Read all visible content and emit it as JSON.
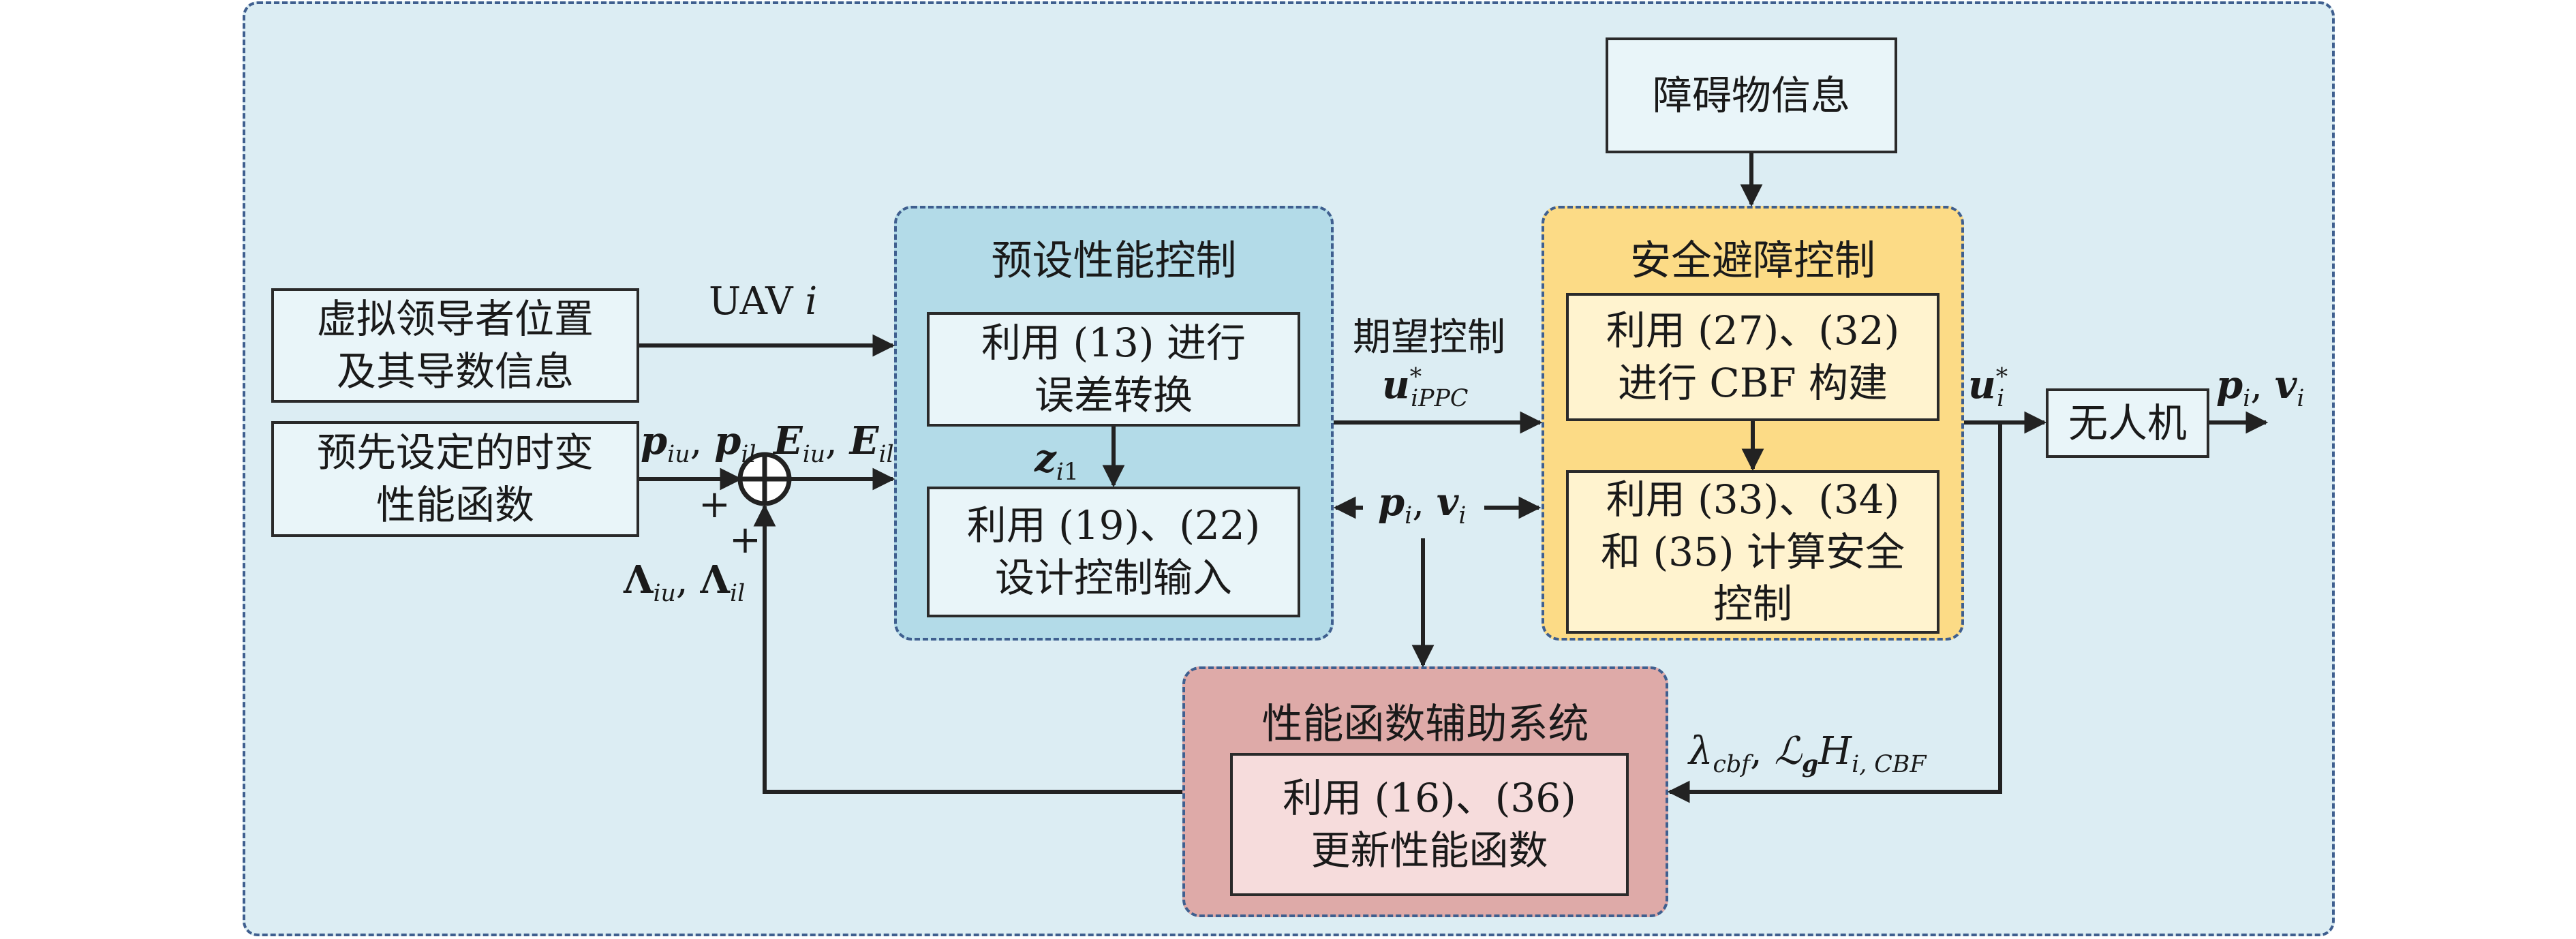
{
  "colors": {
    "outer_bg": "#dcedf3",
    "ppc_bg": "#b3dbe8",
    "safe_bg": "#fcdb86",
    "perf_bg": "#deaaa8",
    "inner_box_light": "#e9f5f9",
    "inner_box_cream": "#fff3cf",
    "inner_box_pink": "#f6dcdc",
    "dash_border": "#3f5f8f",
    "line": "#222222"
  },
  "inputs": {
    "virtual_leader_line1": "虚拟领导者位置",
    "virtual_leader_line2": "及其导数信息",
    "perf_func_line1": "预先设定的时变",
    "perf_func_line2": "性能函数"
  },
  "obstacle_info": "障碍物信息",
  "ppc": {
    "title": "预设性能控制",
    "box1_line1": "利用 (13) 进行",
    "box1_line2": "误差转换",
    "box2_line1": "利用 (19)、(22)",
    "box2_line2": "设计控制输入"
  },
  "safety": {
    "title": "安全避障控制",
    "box1_line1": "利用 (27)、(32)",
    "box1_line2": "进行 CBF 构建",
    "box2_line1": "利用 (33)、(34)",
    "box2_line2": "和 (35) 计算安全",
    "box2_line3": "控制"
  },
  "aux": {
    "title": "性能函数辅助系统",
    "box_line1": "利用 (16)、(36)",
    "box_line2": "更新性能函数"
  },
  "uav_box": "无人机",
  "labels": {
    "uav_i": "UAV",
    "uav_i_var": "i",
    "desired_control": "期望控制",
    "plus1": "+",
    "plus2": "+"
  },
  "symbols": {
    "sum_junction": "⊕"
  }
}
